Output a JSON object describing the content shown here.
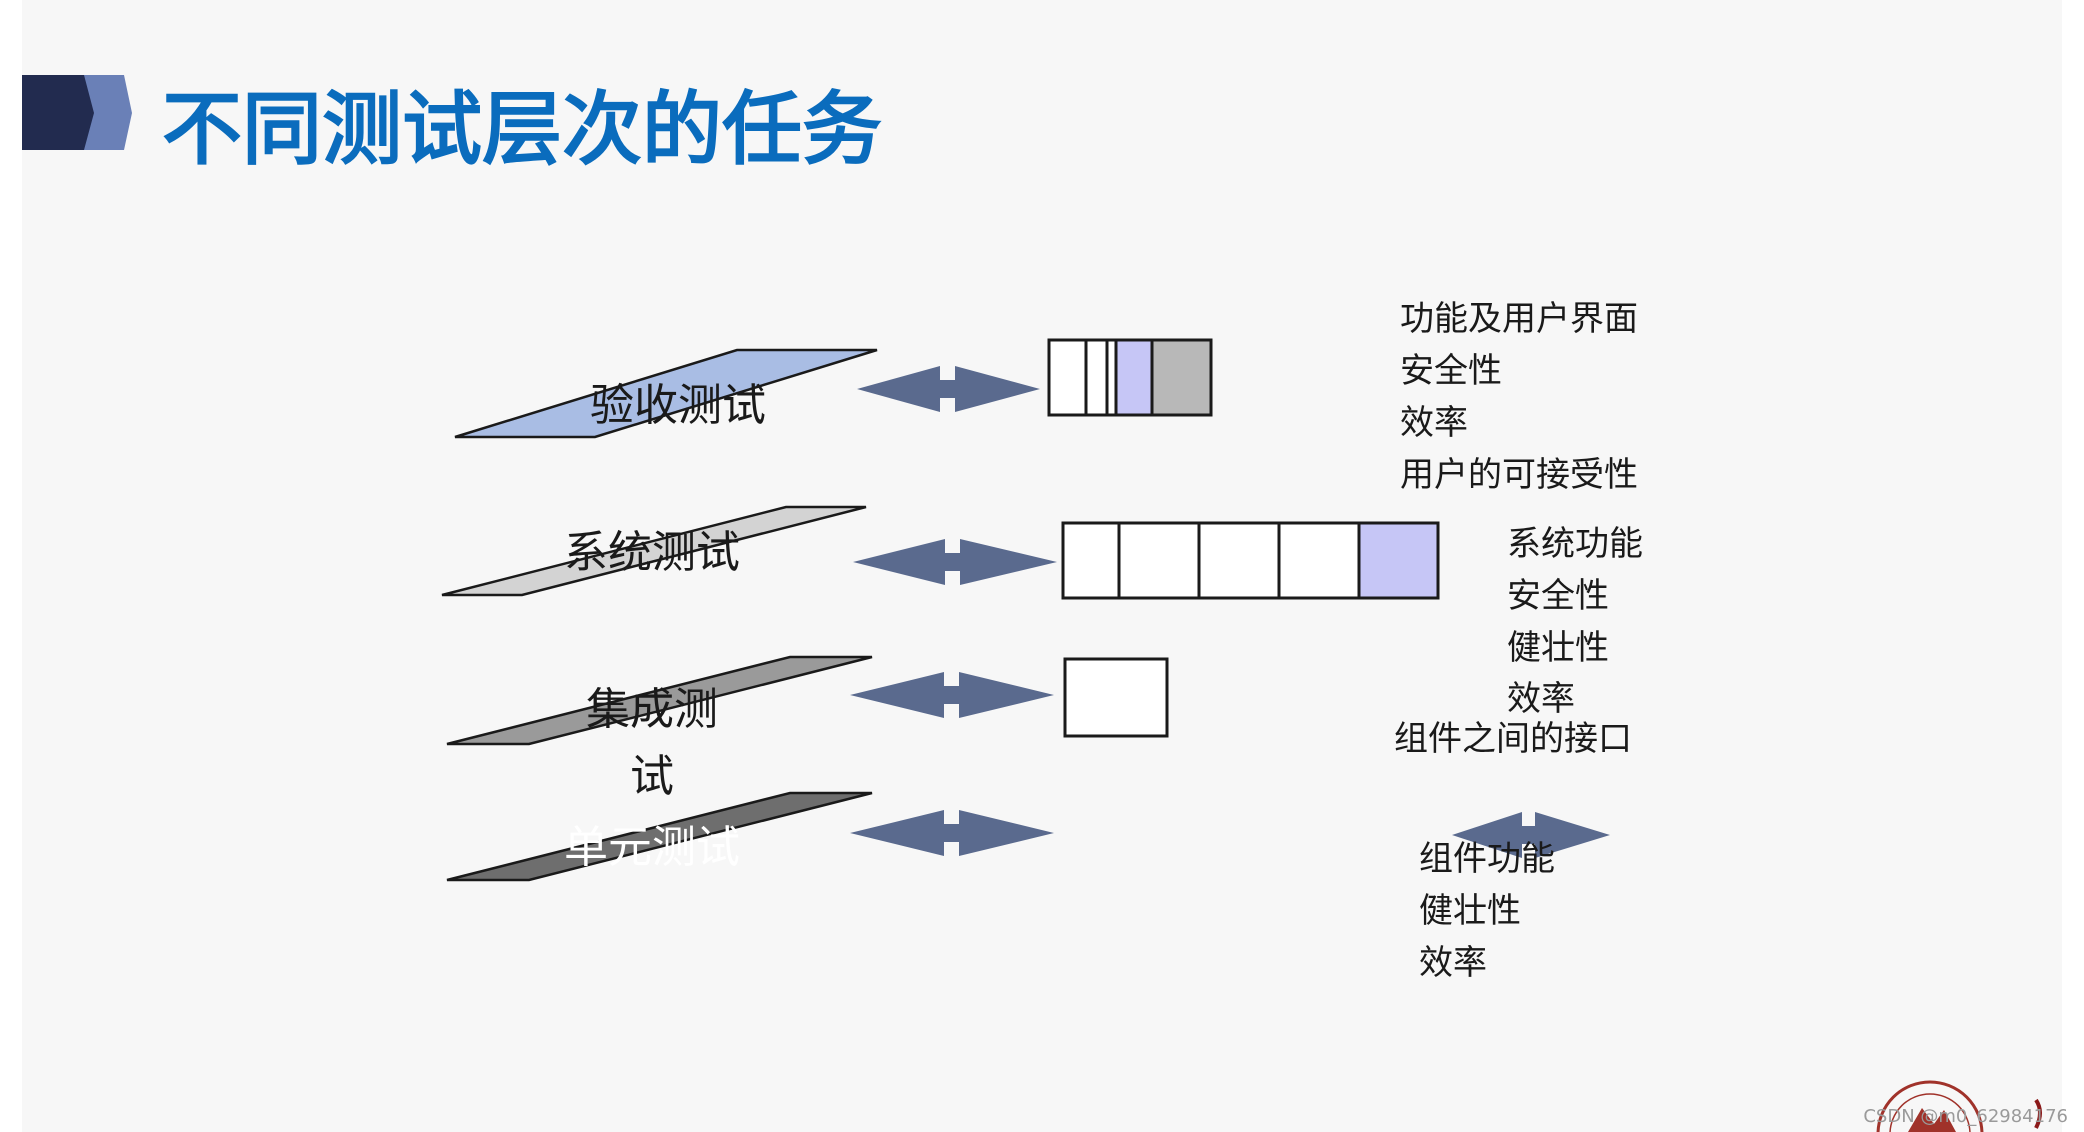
{
  "slide": {
    "title": "不同测试层次的任务",
    "colors": {
      "title": "#0a6cbd",
      "header_dark": "#222b4f",
      "header_light": "#6a80b7",
      "arrow": "#5a6a8e",
      "acceptance_fill": "#a9bde4",
      "system_fill": "#d3d3d3",
      "integration_fill": "#9a9a9a",
      "unit_fill": "#6e6e6e",
      "highlight_cell": "#c6c6f6",
      "gray_cell": "#b8b8b8"
    }
  },
  "levels": [
    {
      "id": "acceptance",
      "label": "验收测试"
    },
    {
      "id": "system",
      "label": "系统测试"
    },
    {
      "id": "integration",
      "label_line1": "集成测",
      "label_line2": "试"
    },
    {
      "id": "unit",
      "label": "单元测试"
    }
  ],
  "tasks": {
    "acceptance": [
      "功能及用户界面",
      "安全性",
      "效率",
      "用户的可接受性"
    ],
    "system": [
      "系统功能",
      "安全性",
      "健壮性",
      "效率"
    ],
    "integration": [
      "组件之间的接口"
    ],
    "unit": [
      "组件功能",
      "健壮性",
      "效率"
    ]
  },
  "watermark": "CSDN @m0_62984176"
}
